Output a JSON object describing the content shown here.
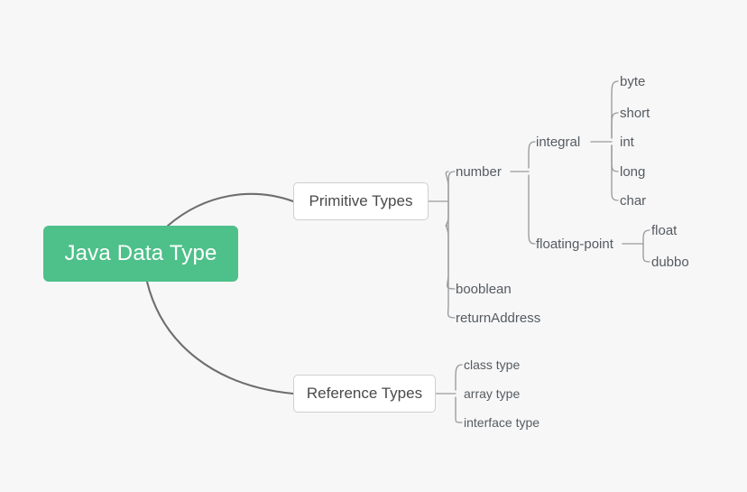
{
  "diagram": {
    "title": "Java Data Type",
    "background_color": "#f7f7f7",
    "root_color": "#4ec08a",
    "root_text_color": "#ffffff",
    "node_text_color": "#555b61",
    "box_border_color": "#cfcfcf",
    "edge_color": "#6e6e6e",
    "branch_color": "#9a9a9a"
  },
  "root": {
    "label": "Java Data Type"
  },
  "branches": [
    {
      "label": "Primitive Types",
      "children": [
        {
          "label": "number",
          "children": [
            {
              "label": "integral",
              "children": [
                {
                  "label": "byte"
                },
                {
                  "label": "short"
                },
                {
                  "label": "int"
                },
                {
                  "label": "long"
                },
                {
                  "label": "char"
                }
              ]
            },
            {
              "label": "floating-point",
              "children": [
                {
                  "label": "float"
                },
                {
                  "label": "dubbo"
                }
              ]
            }
          ]
        },
        {
          "label": "booblean"
        },
        {
          "label": "returnAddress"
        }
      ]
    },
    {
      "label": "Reference Types",
      "children": [
        {
          "label": "class type"
        },
        {
          "label": "array type"
        },
        {
          "label": "interface type"
        }
      ]
    }
  ],
  "nodes": {
    "primitive_types": "Primitive Types",
    "reference_types": "Reference Types",
    "number": "number",
    "booblean": "booblean",
    "return_address": "returnAddress",
    "integral": "integral",
    "floating_point": "floating-point",
    "byte": "byte",
    "short": "short",
    "int": "int",
    "long": "long",
    "char": "char",
    "float": "float",
    "dubbo": "dubbo",
    "class_type": "class type",
    "array_type": "array type",
    "interface_type": "interface type"
  }
}
